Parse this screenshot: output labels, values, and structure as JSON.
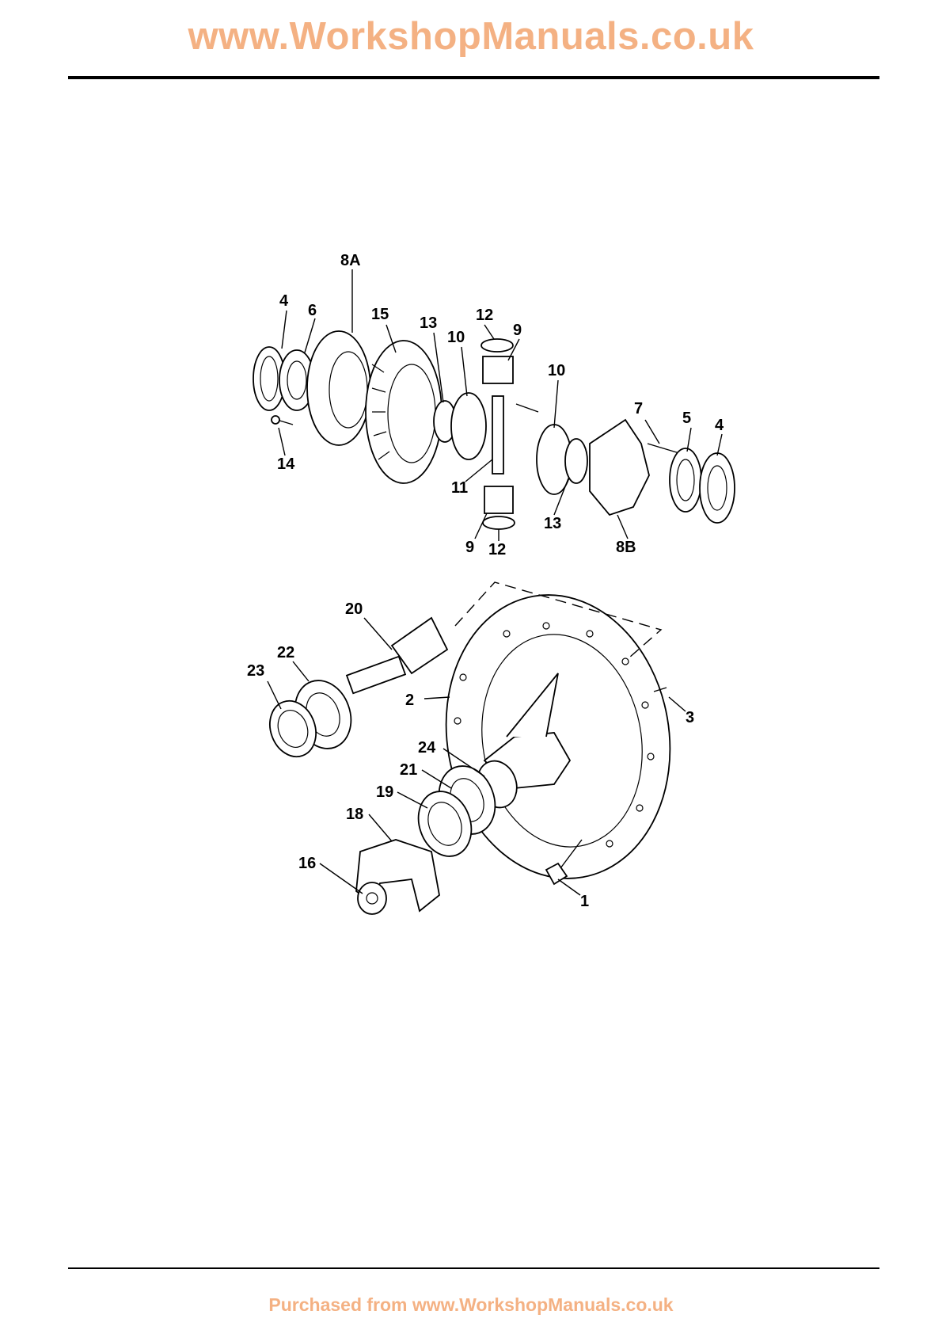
{
  "header": {
    "site": "www.WorkshopManuals.co.uk"
  },
  "footer": {
    "text": "Purchased from www.WorkshopManuals.co.uk"
  },
  "figure": {
    "callouts": [
      "8A",
      "4",
      "6",
      "15",
      "13",
      "12",
      "9",
      "10",
      "10",
      "7",
      "5",
      "4",
      "14",
      "11",
      "13",
      "9",
      "12",
      "8B",
      "20",
      "22",
      "23",
      "2",
      "3",
      "24",
      "21",
      "19",
      "18",
      "16",
      "1"
    ]
  }
}
